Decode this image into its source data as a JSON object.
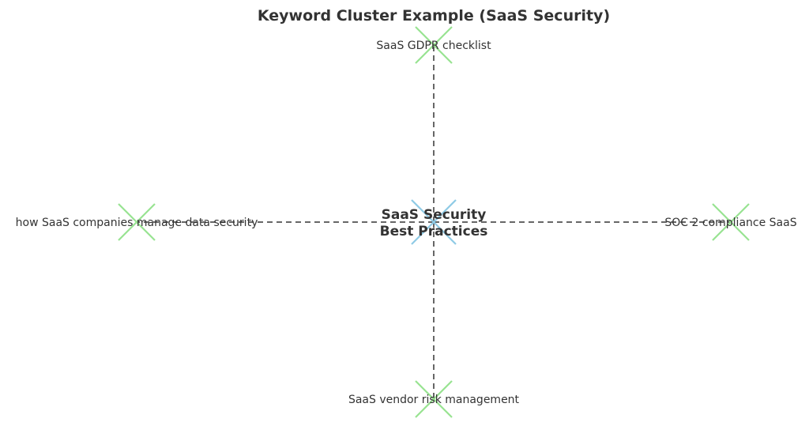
{
  "title": "Keyword Cluster Example (SaaS Security)",
  "center": {
    "line1": "SaaS Security",
    "line2": "Best Practices",
    "color": "#8fcbe6"
  },
  "leaves": {
    "top": "SaaS GDPR checklist",
    "left": "how SaaS companies manage data security",
    "right": "SOC 2 compliance SaaS",
    "bottom": "SaaS vendor risk management"
  },
  "leaf_color": "#98e391",
  "edge_color": "#666666"
}
